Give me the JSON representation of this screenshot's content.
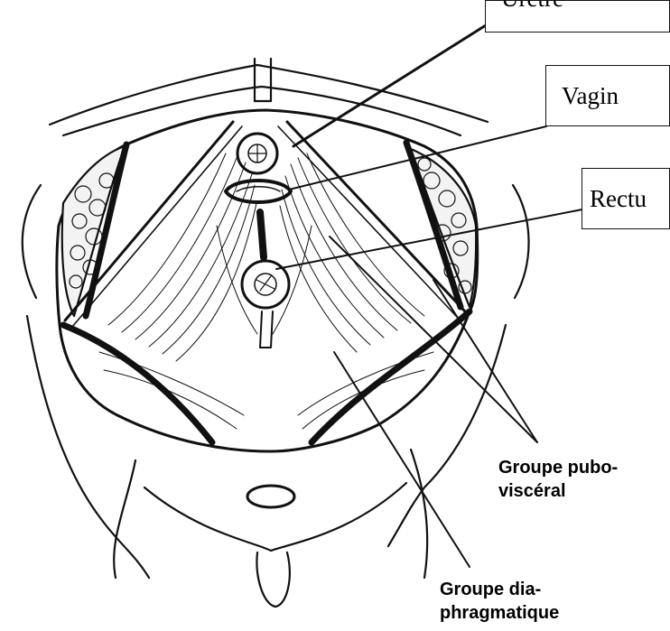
{
  "labels": {
    "uretre": "Urètre",
    "vagin": "Vagin",
    "rectum": "Rectu",
    "pubo_line1": "Groupe pubo-",
    "pubo_line2": "viscéral",
    "dia_line1": "Groupe dia-",
    "dia_line2": "phragmatique"
  },
  "colors": {
    "ink": "#111111",
    "background": "#ffffff"
  }
}
